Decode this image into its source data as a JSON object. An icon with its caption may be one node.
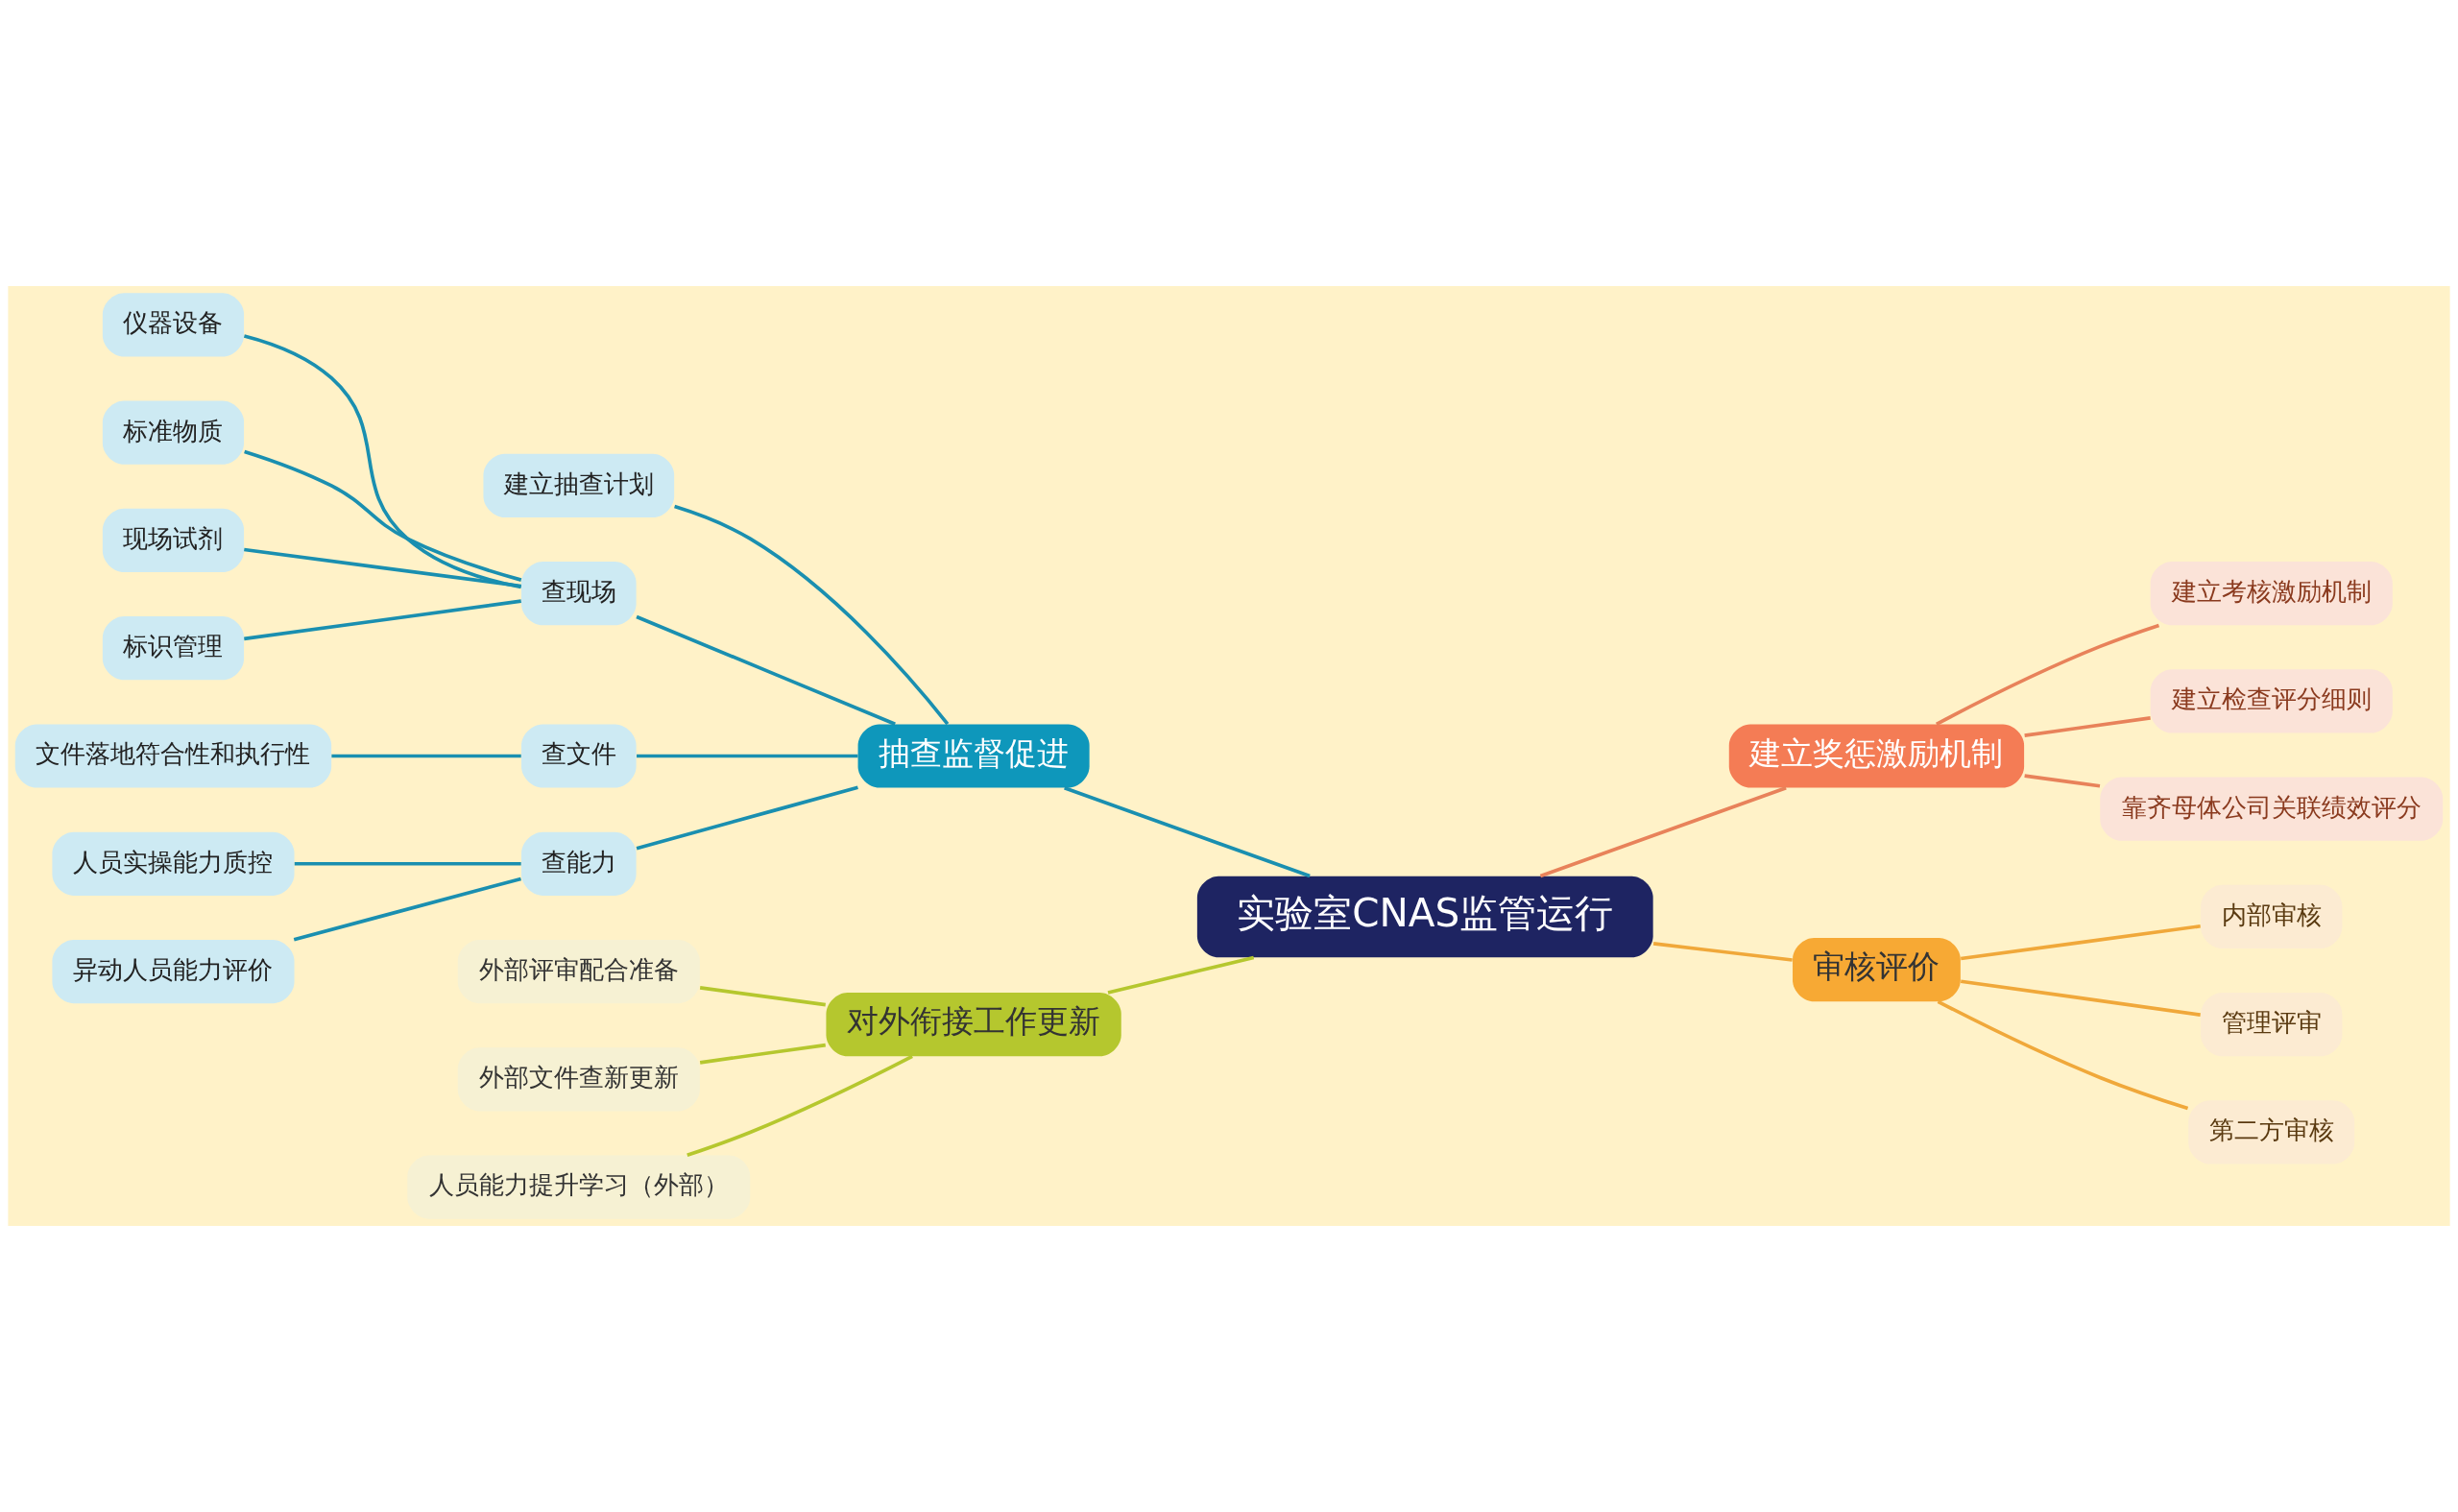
{
  "diagram": {
    "nodes": [
      {
        "text": [
          "实验室CNAS监管运行"
        ]
      },
      {
        "text": [
          "抽查监督促进"
        ]
      },
      {
        "text": [
          "建立抽查计划"
        ]
      },
      {
        "text": [
          "查现场"
        ]
      },
      {
        "text": [
          "仪器设备"
        ]
      },
      {
        "text": [
          "标准物质"
        ]
      },
      {
        "text": [
          "现场试剂"
        ]
      },
      {
        "text": [
          "标识管理"
        ]
      },
      {
        "text": [
          "查文件"
        ]
      },
      {
        "text": [
          "文件落地符合性和执行性"
        ]
      },
      {
        "text": [
          "查能力"
        ]
      },
      {
        "text": [
          "人员实操能力质控"
        ]
      },
      {
        "text": [
          "异动人员能力评价"
        ]
      },
      {
        "text": [
          "对外衔接工作更新"
        ]
      },
      {
        "text": [
          "外部评审配合准备"
        ]
      },
      {
        "text": [
          "外部文件查新更新"
        ]
      },
      {
        "text": [
          "人员能力提升学习（外部）"
        ]
      },
      {
        "text": [
          "建立奖惩激励机制"
        ]
      },
      {
        "text": [
          "建立考核激励机制"
        ]
      },
      {
        "text": [
          "建立检查评分细则"
        ]
      },
      {
        "text": [
          "靠齐母体公司关联绩效评分"
        ]
      },
      {
        "text": [
          "审核评价"
        ]
      },
      {
        "text": [
          "内部审核"
        ]
      },
      {
        "text": [
          "管理评审"
        ]
      },
      {
        "text": [
          "第二方审核"
        ]
      }
    ],
    "edges": [
      {
        "from": 0,
        "to": 1,
        "arrow": "none",
        "color": "#1a8fb0"
      },
      {
        "from": 1,
        "to": 2,
        "arrow": "none",
        "color": "#1a8fb0"
      },
      {
        "from": 1,
        "to": 3,
        "arrow": "none",
        "color": "#1a8fb0"
      },
      {
        "from": 3,
        "to": 4,
        "arrow": "none",
        "color": "#1a8fb0"
      },
      {
        "from": 3,
        "to": 5,
        "arrow": "none",
        "color": "#1a8fb0"
      },
      {
        "from": 3,
        "to": 6,
        "arrow": "none",
        "color": "#1a8fb0"
      },
      {
        "from": 3,
        "to": 7,
        "arrow": "none",
        "color": "#1a8fb0"
      },
      {
        "from": 1,
        "to": 8,
        "arrow": "none",
        "color": "#1a8fb0"
      },
      {
        "from": 8,
        "to": 9,
        "arrow": "none",
        "color": "#1a8fb0"
      },
      {
        "from": 1,
        "to": 10,
        "arrow": "none",
        "color": "#1a8fb0"
      },
      {
        "from": 10,
        "to": 11,
        "arrow": "none",
        "color": "#1a8fb0"
      },
      {
        "from": 10,
        "to": 12,
        "arrow": "none",
        "color": "#1a8fb0"
      },
      {
        "from": 0,
        "to": 13,
        "arrow": "none",
        "color": "#b5c72e"
      },
      {
        "from": 13,
        "to": 14,
        "arrow": "none",
        "color": "#b5c72e"
      },
      {
        "from": 13,
        "to": 15,
        "arrow": "none",
        "color": "#b5c72e"
      },
      {
        "from": 13,
        "to": 16,
        "arrow": "none",
        "color": "#b5c72e"
      },
      {
        "from": 0,
        "to": 17,
        "arrow": "none",
        "color": "#e8825a"
      },
      {
        "from": 17,
        "to": 18,
        "arrow": "none",
        "color": "#e8825a"
      },
      {
        "from": 17,
        "to": 19,
        "arrow": "none",
        "color": "#e8825a"
      },
      {
        "from": 17,
        "to": 20,
        "arrow": "none",
        "color": "#e8825a"
      },
      {
        "from": 0,
        "to": 21,
        "arrow": "none",
        "color": "#f0a83a"
      },
      {
        "from": 21,
        "to": 22,
        "arrow": "none",
        "color": "#f0a83a"
      },
      {
        "from": 21,
        "to": 23,
        "arrow": "none",
        "color": "#f0a83a"
      },
      {
        "from": 21,
        "to": 24,
        "arrow": "none",
        "color": "#f0a83a"
      }
    ]
  }
}
